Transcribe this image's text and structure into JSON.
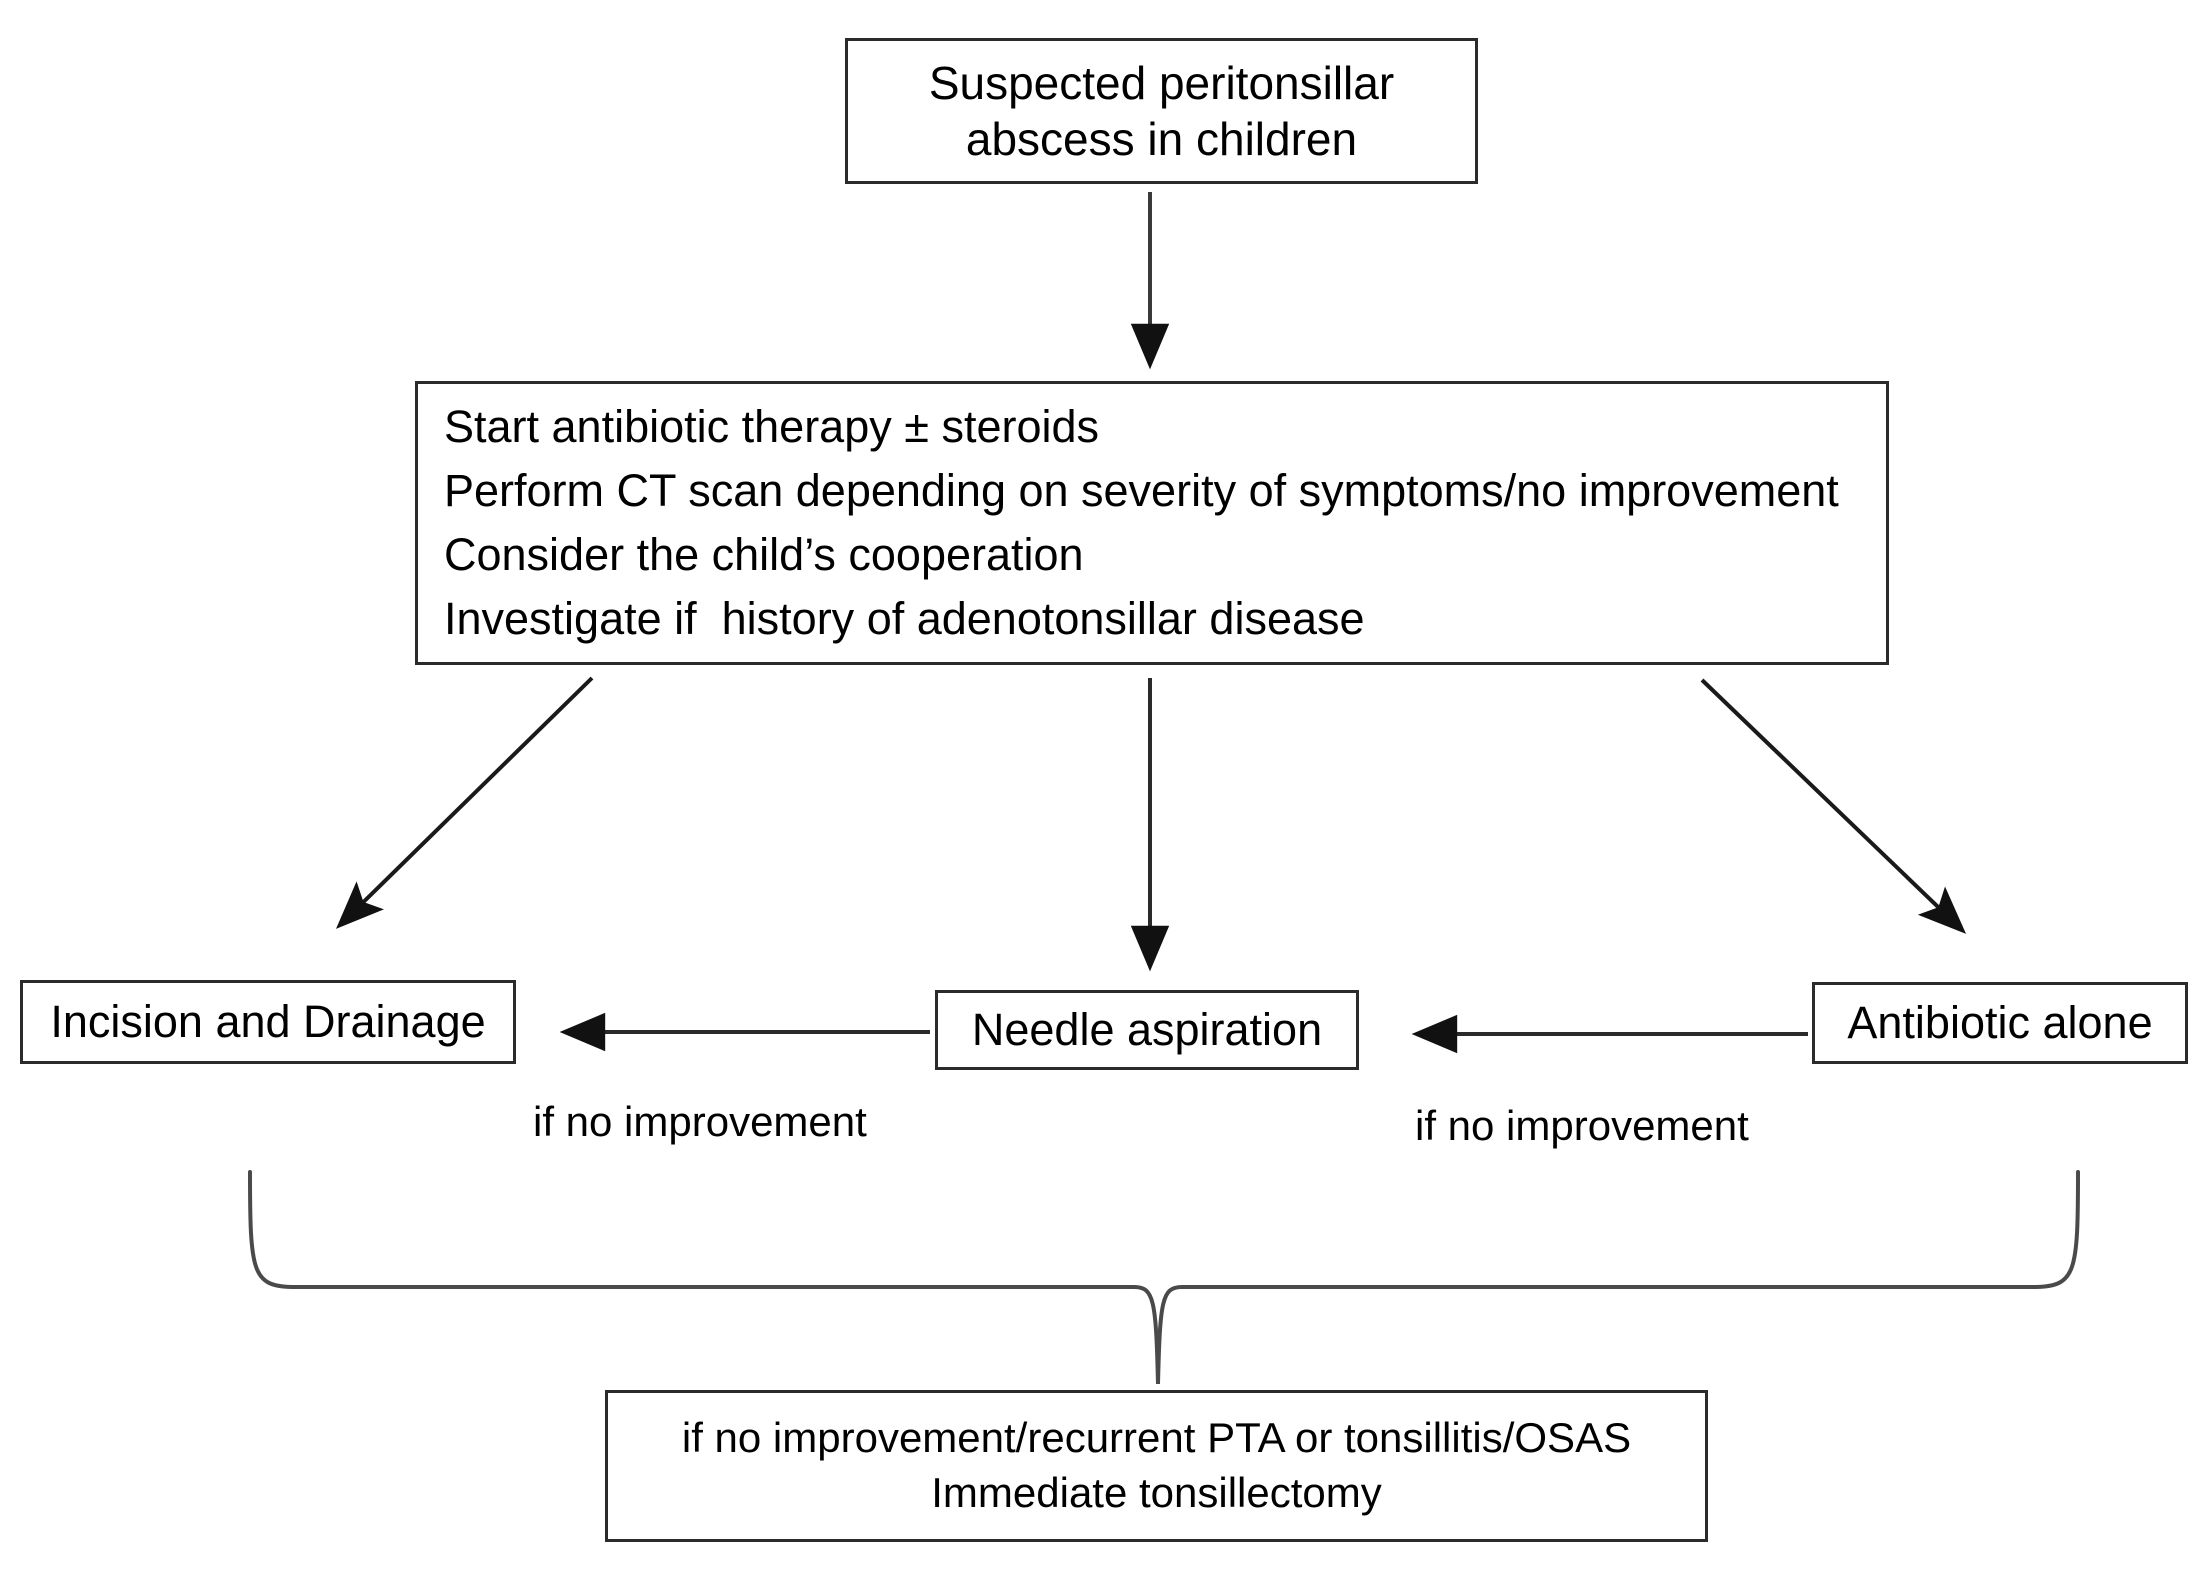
{
  "diagram": {
    "type": "flowchart",
    "title": "Suspected peritonsillar abscess in children — management algorithm",
    "nodes": {
      "suspected": {
        "id": "suspected-pta",
        "lines": [
          "Suspected peritonsillar",
          "abscess in children"
        ]
      },
      "management": {
        "id": "initial-management",
        "lines": [
          "Start antibiotic therapy ± steroids",
          "Perform CT scan depending on severity of symptoms/no improvement",
          "Consider the child’s cooperation",
          "Investigate if  history of adenotonsillar disease"
        ]
      },
      "incision": {
        "id": "incision-and-drainage",
        "lines": [
          "Incision and Drainage"
        ]
      },
      "needle": {
        "id": "needle-aspiration",
        "lines": [
          "Needle aspiration"
        ]
      },
      "antibiotic": {
        "id": "antibiotic-alone",
        "lines": [
          "Antibiotic alone"
        ]
      },
      "tonsillectomy": {
        "id": "immediate-tonsillectomy",
        "lines": [
          "if no improvement/recurrent PTA or tonsillitis/OSAS",
          "Immediate tonsillectomy"
        ]
      }
    },
    "edge_labels": {
      "needle_to_incision": "if no improvement",
      "antibiotic_to_needle": "if no improvement"
    },
    "edges": [
      {
        "from": "suspected-pta",
        "to": "initial-management",
        "style": "arrow-down"
      },
      {
        "from": "initial-management",
        "to": "incision-and-drainage",
        "style": "arrow-diagonal-left"
      },
      {
        "from": "initial-management",
        "to": "needle-aspiration",
        "style": "arrow-down"
      },
      {
        "from": "initial-management",
        "to": "antibiotic-alone",
        "style": "arrow-diagonal-right"
      },
      {
        "from": "needle-aspiration",
        "to": "incision-and-drainage",
        "style": "arrow-left",
        "label": "if no improvement"
      },
      {
        "from": "antibiotic-alone",
        "to": "needle-aspiration",
        "style": "arrow-left",
        "label": "if no improvement"
      },
      {
        "from": "incision-and-drainage,needle-aspiration,antibiotic-alone",
        "to": "immediate-tonsillectomy",
        "style": "brace"
      }
    ],
    "colors": {
      "background": "#ffffff",
      "box_border": "#2b2b2b",
      "text": "#000000",
      "connector": "#1a1a1a"
    }
  }
}
